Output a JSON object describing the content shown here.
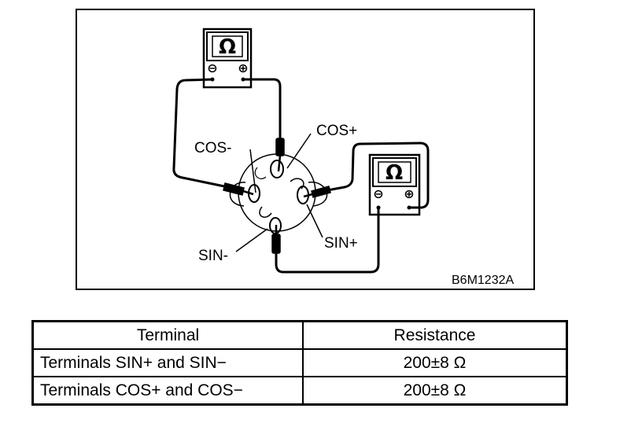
{
  "diagram": {
    "meter_symbol": "Ω",
    "meter_minus": "⊖",
    "meter_plus": "⊕",
    "labels": {
      "cos_plus": "COS+",
      "cos_minus": "COS-",
      "sin_minus": "SIN-",
      "sin_plus": "SIN+"
    },
    "figure_code": "B6M1232A"
  },
  "table": {
    "headers": {
      "terminal": "Terminal",
      "resistance": "Resistance"
    },
    "rows": [
      {
        "terminal": "Terminals SIN+ and SIN−",
        "resistance": "200±8 Ω"
      },
      {
        "terminal": "Terminals COS+ and COS−",
        "resistance": "200±8 Ω"
      }
    ]
  }
}
